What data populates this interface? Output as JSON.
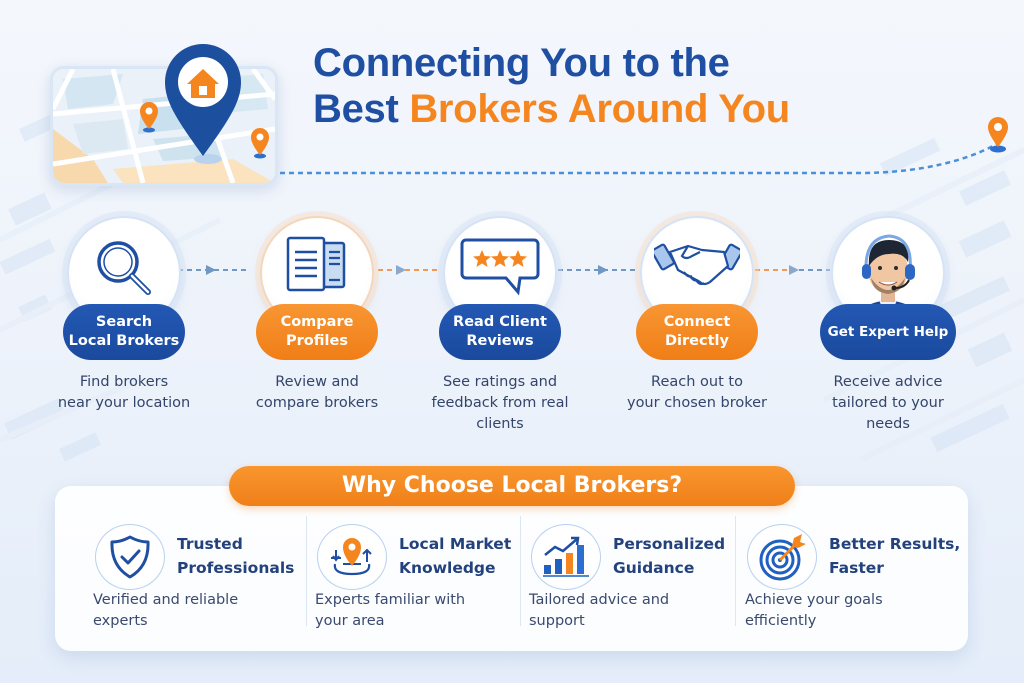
{
  "title": {
    "line1": "Connecting You to the",
    "line2_prefix": "Best ",
    "line2_accent": "Brokers Around You"
  },
  "colors": {
    "primary_blue": "#1f4fa3",
    "accent_orange": "#f5861f",
    "text_dark": "#34456b",
    "background": "#eef3fb"
  },
  "hero": {
    "map_icon": "map-icon",
    "pin_icon": "home-location-pin-icon",
    "small_pins": [
      "location-pin-icon",
      "location-pin-icon",
      "location-pin-icon"
    ]
  },
  "steps": [
    {
      "icon": "magnifier-icon",
      "label_line1": "Search",
      "label_line2": "Local Brokers",
      "color": "blue",
      "desc_line1": "Find brokers",
      "desc_line2": "near your location",
      "desc_line3": ""
    },
    {
      "icon": "documents-icon",
      "label_line1": "Compare",
      "label_line2": "Profiles",
      "color": "orange",
      "desc_line1": "Review and",
      "desc_line2": "compare brokers",
      "desc_line3": ""
    },
    {
      "icon": "star-rating-bubble-icon",
      "label_line1": "Read Client",
      "label_line2": "Reviews",
      "color": "blue",
      "desc_line1": "See ratings and",
      "desc_line2": "feedback from real",
      "desc_line3": "clients"
    },
    {
      "icon": "handshake-icon",
      "label_line1": "Connect",
      "label_line2": "Directly",
      "color": "orange",
      "desc_line1": "Reach out to",
      "desc_line2": "your chosen broker",
      "desc_line3": ""
    },
    {
      "icon": "support-agent-avatar",
      "label_line1": "Get Expert Help",
      "label_line2": "",
      "color": "blue",
      "desc_line1": "Receive advice",
      "desc_line2": "tailored to your needs",
      "desc_line3": ""
    }
  ],
  "why": {
    "banner": "Why Choose Local Brokers?",
    "benefits": [
      {
        "icon": "shield-check-icon",
        "title_line1": "Trusted",
        "title_line2": "Professionals",
        "desc_line1": "Verified and reliable",
        "desc_line2": "experts"
      },
      {
        "icon": "local-pin-icon",
        "title_line1": "Local Market",
        "title_line2": "Knowledge",
        "desc_line1": "Experts familiar with",
        "desc_line2": "your area"
      },
      {
        "icon": "growth-chart-icon",
        "title_line1": "Personalized",
        "title_line2": "Guidance",
        "desc_line1": "Tailored advice and",
        "desc_line2": "support"
      },
      {
        "icon": "target-arrow-icon",
        "title_line1": "Better Results,",
        "title_line2": "Faster",
        "desc_line1": "Achieve your goals",
        "desc_line2": "efficiently"
      }
    ]
  }
}
